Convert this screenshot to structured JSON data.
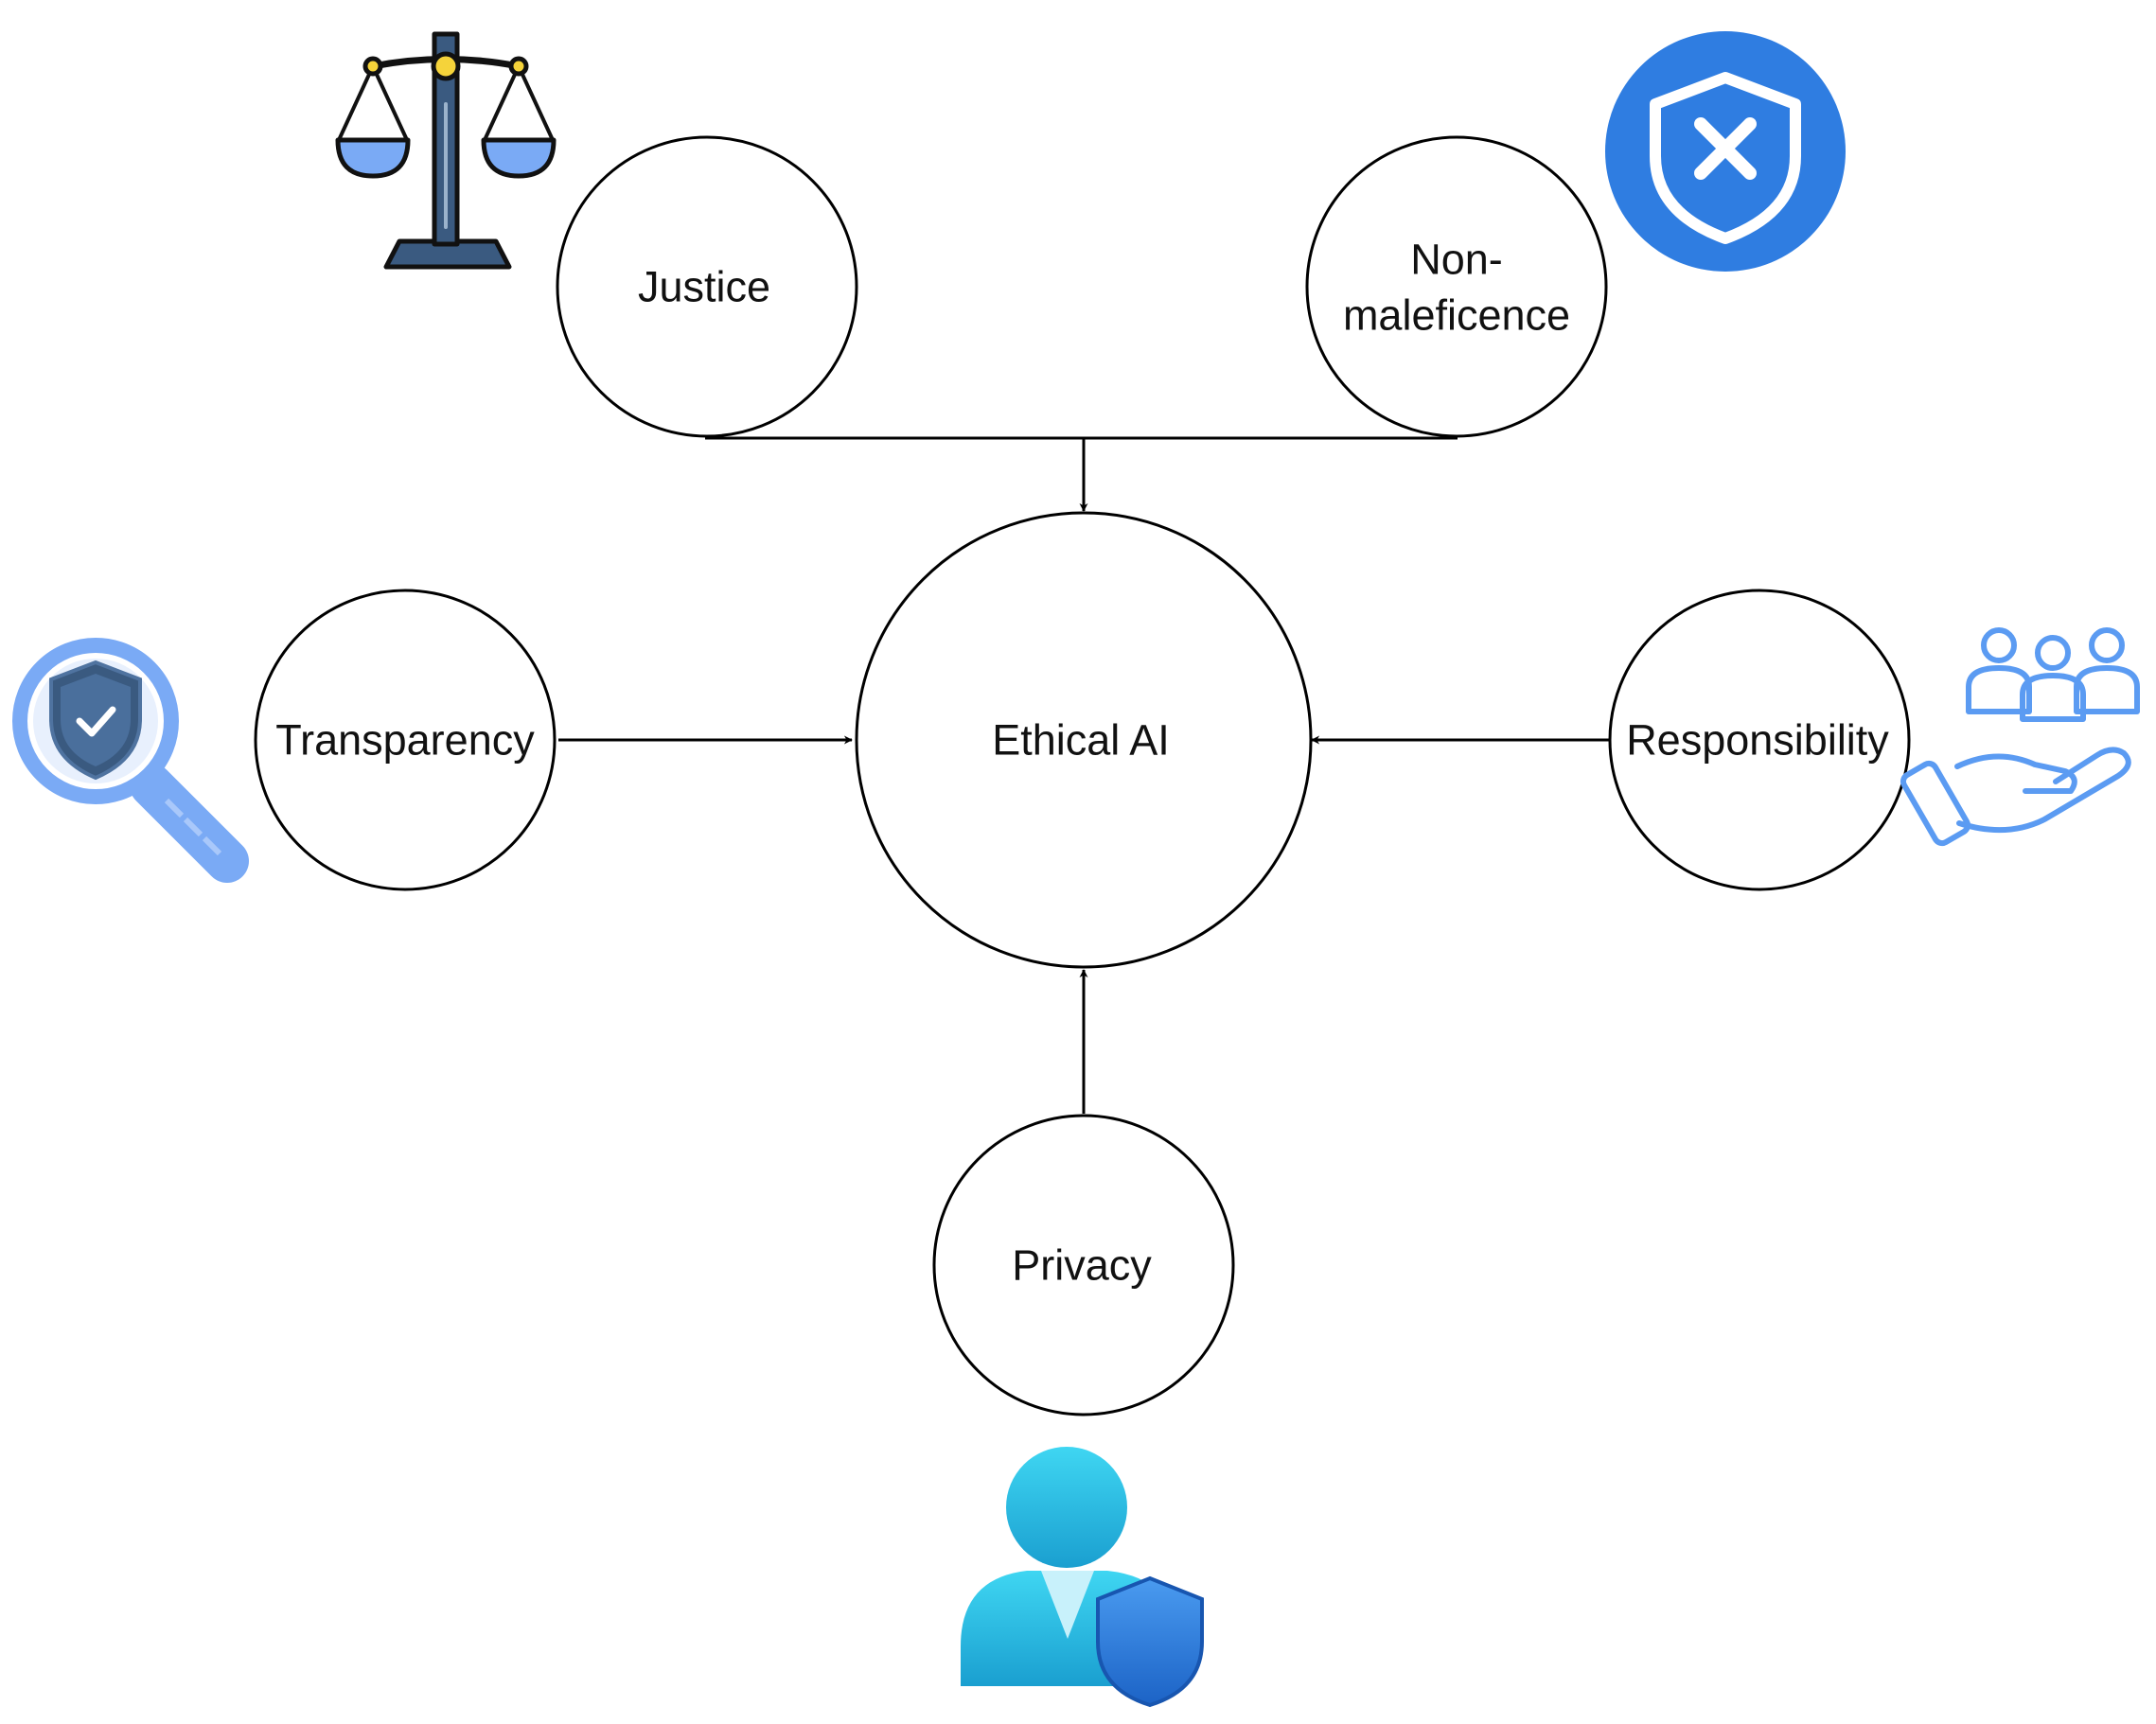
{
  "diagram": {
    "center": {
      "label": "Ethical AI"
    },
    "nodes": [
      {
        "id": "justice",
        "label": "Justice",
        "icon": "scales-of-justice-icon"
      },
      {
        "id": "non-maleficence",
        "label_line1": "Non-",
        "label_line2": "maleficence",
        "icon": "shield-x-icon"
      },
      {
        "id": "transparency",
        "label": "Transparency",
        "icon": "magnifier-shield-check-icon"
      },
      {
        "id": "responsibility",
        "label": "Responsibility",
        "icon": "hand-people-icon"
      },
      {
        "id": "privacy",
        "label": "Privacy",
        "icon": "user-shield-icon"
      }
    ],
    "edges": [
      {
        "from": "justice",
        "to": "ethical-ai"
      },
      {
        "from": "non-maleficence",
        "to": "ethical-ai"
      },
      {
        "from": "transparency",
        "to": "ethical-ai"
      },
      {
        "from": "responsibility",
        "to": "ethical-ai"
      },
      {
        "from": "privacy",
        "to": "ethical-ai"
      }
    ]
  },
  "colors": {
    "stroke": "#000000",
    "icon_blue": "#2f7de1",
    "icon_light_blue": "#7aaaf5",
    "icon_navy": "#3a5a80",
    "icon_cyan": "#32c5e8",
    "icon_yellow": "#f5d33a"
  }
}
